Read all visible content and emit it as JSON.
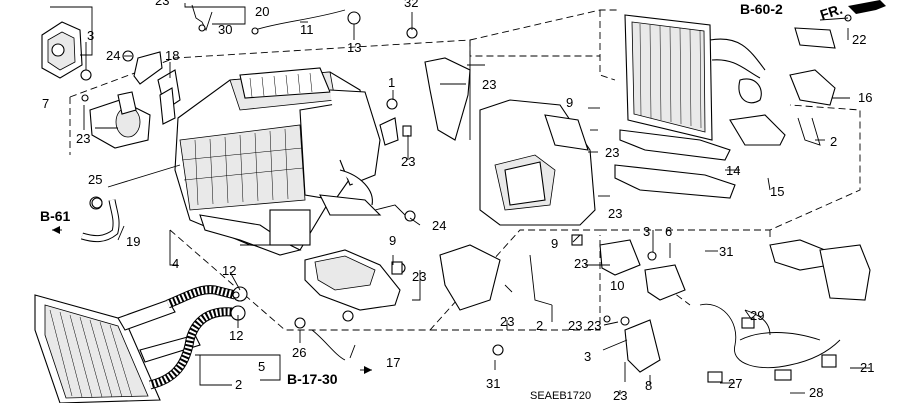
{
  "diagram": {
    "callouts": [
      {
        "id": "c20",
        "text": "20"
      },
      {
        "id": "c23top",
        "text": "23"
      },
      {
        "id": "c30",
        "text": "30"
      },
      {
        "id": "c11",
        "text": "11"
      },
      {
        "id": "c13",
        "text": "13"
      },
      {
        "id": "c32",
        "text": "32"
      },
      {
        "id": "c3a",
        "text": "3"
      },
      {
        "id": "c24a",
        "text": "24"
      },
      {
        "id": "c18",
        "text": "18"
      },
      {
        "id": "c7",
        "text": "7"
      },
      {
        "id": "c1",
        "text": "1"
      },
      {
        "id": "c23a",
        "text": "23"
      },
      {
        "id": "c23b",
        "text": "23"
      },
      {
        "id": "c23c",
        "text": "23"
      },
      {
        "id": "c9a",
        "text": "9"
      },
      {
        "id": "c23d",
        "text": "23"
      },
      {
        "id": "c23e",
        "text": "23"
      },
      {
        "id": "c25",
        "text": "25"
      },
      {
        "id": "c19",
        "text": "19"
      },
      {
        "id": "c4",
        "text": "4"
      },
      {
        "id": "c24b",
        "text": "24"
      },
      {
        "id": "c9b",
        "text": "9"
      },
      {
        "id": "c23f",
        "text": "23"
      },
      {
        "id": "c9c",
        "text": "9"
      },
      {
        "id": "c3b",
        "text": "3"
      },
      {
        "id": "c6",
        "text": "6"
      },
      {
        "id": "c31a",
        "text": "31"
      },
      {
        "id": "c12a",
        "text": "12"
      },
      {
        "id": "c12b",
        "text": "12"
      },
      {
        "id": "c23g",
        "text": "23"
      },
      {
        "id": "c10",
        "text": "10"
      },
      {
        "id": "c2a",
        "text": "2"
      },
      {
        "id": "c23h",
        "text": "23"
      },
      {
        "id": "c23i",
        "text": "23"
      },
      {
        "id": "c23j",
        "text": "23"
      },
      {
        "id": "c3c",
        "text": "3"
      },
      {
        "id": "c26",
        "text": "26"
      },
      {
        "id": "c17",
        "text": "17"
      },
      {
        "id": "c31b",
        "text": "31"
      },
      {
        "id": "c5",
        "text": "5"
      },
      {
        "id": "c2b",
        "text": "2"
      },
      {
        "id": "c8",
        "text": "8"
      },
      {
        "id": "c23k",
        "text": "23"
      },
      {
        "id": "c22",
        "text": "22"
      },
      {
        "id": "c16",
        "text": "16"
      },
      {
        "id": "c2c",
        "text": "2"
      },
      {
        "id": "c14",
        "text": "14"
      },
      {
        "id": "c15",
        "text": "15"
      },
      {
        "id": "c29",
        "text": "29"
      },
      {
        "id": "c21",
        "text": "21"
      },
      {
        "id": "c27",
        "text": "27"
      },
      {
        "id": "c28",
        "text": "28"
      },
      {
        "id": "c23l",
        "text": "23"
      }
    ],
    "refs": {
      "b602": "B-60-2",
      "b61": "B-61",
      "b1730": "B-17-30",
      "fr": "FR."
    },
    "drawing_code": "SEAEB1720"
  }
}
